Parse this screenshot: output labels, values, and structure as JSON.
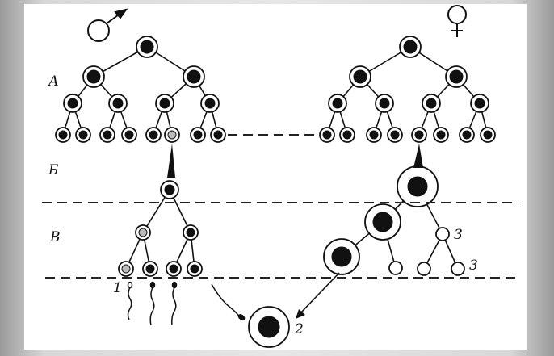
{
  "labels": {
    "stage_a": "А",
    "stage_b": "Б",
    "stage_v": "В",
    "sperm": "1",
    "egg": "2",
    "polar_bodies_1": "3",
    "polar_bodies_2": "3"
  },
  "symbols": {
    "male": "male-symbol",
    "female": "female-symbol"
  }
}
